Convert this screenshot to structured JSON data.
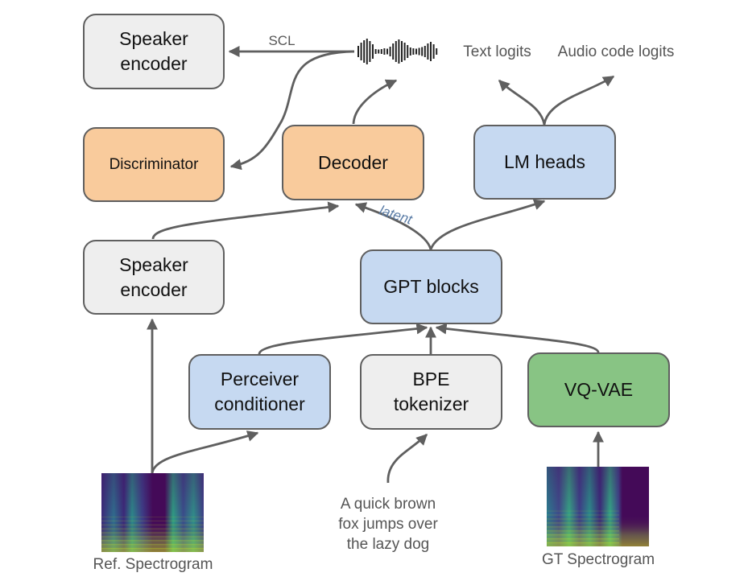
{
  "diagram": {
    "nodes": {
      "speaker_encoder_top": "Speaker\nencoder",
      "discriminator": "Discriminator",
      "decoder": "Decoder",
      "lm_heads": "LM heads",
      "speaker_encoder_bottom": "Speaker\nencoder",
      "gpt_blocks": "GPT blocks",
      "perceiver_conditioner": "Perceiver\nconditioner",
      "bpe_tokenizer": "BPE\ntokenizer",
      "vq_vae": "VQ-VAE"
    },
    "labels": {
      "scl": "SCL",
      "latent": "latent",
      "text_logits": "Text logits",
      "audio_code_logits": "Audio code logits",
      "input_text": "A quick brown\nfox jumps over\nthe lazy dog",
      "ref_spectrogram": "Ref. Spectrogram",
      "gt_spectrogram": "GT Spectrogram"
    },
    "icons": {
      "waveform": "audio-waveform-icon"
    },
    "edges": [
      {
        "from": "waveform",
        "to": "speaker_encoder_top",
        "label": "SCL"
      },
      {
        "from": "waveform",
        "to": "discriminator"
      },
      {
        "from": "decoder",
        "to": "waveform"
      },
      {
        "from": "speaker_encoder_bottom",
        "to": "decoder"
      },
      {
        "from": "gpt_blocks",
        "to": "decoder",
        "label": "latent"
      },
      {
        "from": "gpt_blocks",
        "to": "lm_heads"
      },
      {
        "from": "lm_heads",
        "to": "text_logits"
      },
      {
        "from": "lm_heads",
        "to": "audio_code_logits"
      },
      {
        "from": "perceiver_conditioner",
        "to": "gpt_blocks"
      },
      {
        "from": "bpe_tokenizer",
        "to": "gpt_blocks"
      },
      {
        "from": "vq_vae",
        "to": "gpt_blocks"
      },
      {
        "from": "ref_spectrogram",
        "to": "speaker_encoder_bottom"
      },
      {
        "from": "ref_spectrogram",
        "to": "perceiver_conditioner"
      },
      {
        "from": "input_text",
        "to": "bpe_tokenizer"
      },
      {
        "from": "gt_spectrogram",
        "to": "vq_vae"
      }
    ],
    "colors": {
      "gray_fill": "#eeeeee",
      "orange_fill": "#f9cb9c",
      "blue_fill": "#c6d9f1",
      "green_fill": "#88c484",
      "stroke": "#5f5f5f",
      "latent_label": "#5a7ca6"
    }
  }
}
